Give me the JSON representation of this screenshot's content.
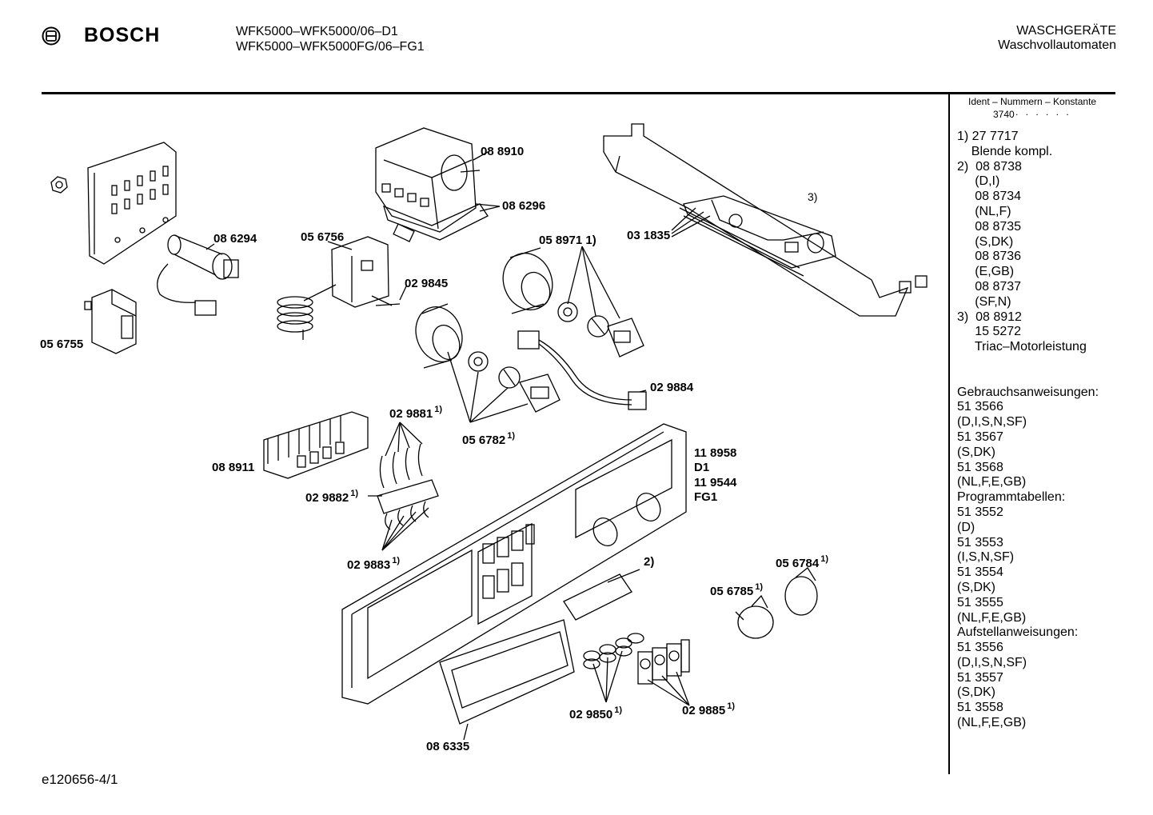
{
  "header": {
    "brand": "BOSCH",
    "model_line_1": "WFK5000–WFK5000/06–D1",
    "model_line_2": "WFK5000–WFK5000FG/06–FG1",
    "category_line_1": "WASCHGERÄTE",
    "category_line_2": "Waschvollautomaten"
  },
  "sidebar": {
    "ident_header": "Ident – Nummern – Konstante",
    "ident_code": "3740",
    "ident_dots": ". . . . . .",
    "lines": [
      "1) 27 7717",
      "    Blende kompl.",
      "2)  08 8738",
      "     (D,I)",
      "     08 8734",
      "     (NL,F)",
      "     08 8735",
      "     (S,DK)",
      "     08 8736",
      "     (E,GB)",
      "     08 8737",
      "     (SF,N)",
      "3)  08 8912",
      "     15 5272",
      "     Triac–Motorleistung",
      "",
      "",
      "Gebrauchsanweisungen:",
      "51 3566",
      "(D,I,S,N,SF)",
      "51 3567",
      "(S,DK)",
      "51 3568",
      "(NL,F,E,GB)",
      "Programmtabellen:",
      "51 3552",
      "(D)",
      "51 3553",
      "(I,S,N,SF)",
      "51 3554",
      "(S,DK)",
      "51 3555",
      "(NL,F,E,GB)",
      "Aufstellanweisungen:",
      "51 3556",
      "(D,I,S,N,SF)",
      "51 3557",
      "(S,DK)",
      "51 3558",
      "(NL,F,E,GB)"
    ]
  },
  "diagram": {
    "labels": {
      "p_088910": "08 8910",
      "p_086296": "08 6296",
      "p_086294": "08 6294",
      "p_056756": "05 6756",
      "p_056755": "05 6755",
      "p_029845": "02 9845",
      "p_058971": "05 8971",
      "p_031835": "03 1835",
      "p_ref3": "3)",
      "p_029884": "02 9884",
      "p_029881": "02 9881",
      "p_088911": "08 8911",
      "p_056782": "05 6782",
      "p_029882": "02 9882",
      "p_118958": "11 8958",
      "p_d1": "D1",
      "p_119544": "11 9544",
      "p_fg1": "FG1",
      "p_029883": "02 9883",
      "p_ref2": "2)",
      "p_056784": "05 6784",
      "p_056785": "05 6785",
      "p_029850": "02 9850",
      "p_029885": "02 9885",
      "p_086335": "08 6335",
      "sup": "1)"
    }
  },
  "footer": {
    "doc_id": "e120656-4/1"
  }
}
